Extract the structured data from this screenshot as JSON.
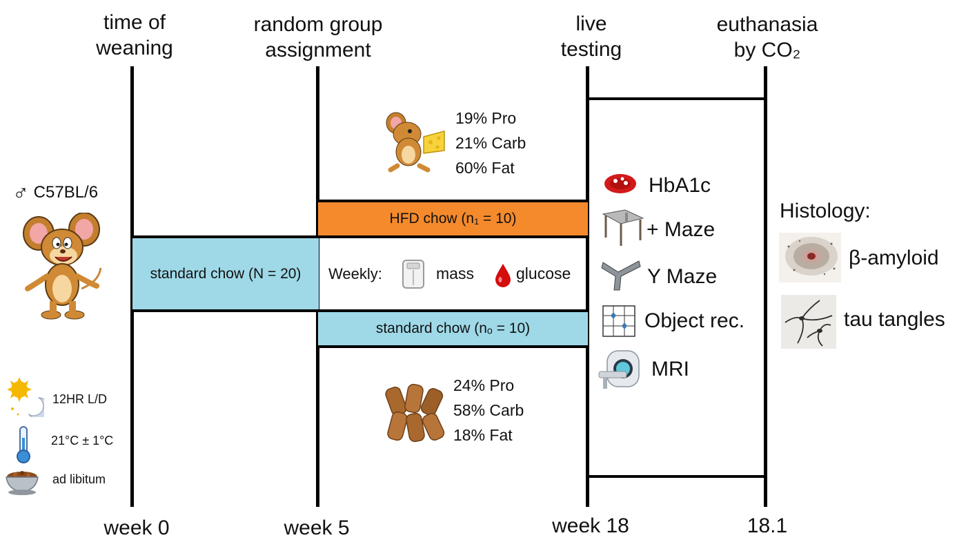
{
  "milestones": {
    "weaning": [
      "time of",
      "weaning"
    ],
    "randomization": [
      "random group",
      "assignment"
    ],
    "live_testing": [
      "live",
      "testing"
    ],
    "euthanasia": [
      "euthanasia",
      "by CO₂"
    ]
  },
  "timeline": {
    "week0": "week 0",
    "week5": "week 5",
    "week18": "week 18",
    "end": "18.1"
  },
  "subject": {
    "sex_symbol": "♂",
    "strain": "C57BL/6"
  },
  "housing": [
    {
      "icon": "sun-moon-icon",
      "label": "12HR L/D"
    },
    {
      "icon": "thermometer-icon",
      "label": "21°C ± 1°C"
    },
    {
      "icon": "food-bowl-icon",
      "label": "ad libitum"
    }
  ],
  "groups": {
    "initial": "standard chow (N = 20)",
    "hfd": "HFD chow (n₁ = 10)",
    "standard": "standard chow (nₒ = 10)"
  },
  "hfd_diet": [
    "19% Pro",
    "21% Carb",
    "60% Fat"
  ],
  "std_diet": [
    "24% Pro",
    "58% Carb",
    "18% Fat"
  ],
  "weekly": {
    "label": "Weekly:",
    "mass": "mass",
    "glucose": "glucose"
  },
  "tests": [
    "HbA1c",
    "+ Maze",
    "Y Maze",
    "Object rec.",
    "MRI"
  ],
  "histology": {
    "title": "Histology:",
    "items": [
      "β-amyloid",
      "tau tangles"
    ]
  },
  "colors": {
    "standard_chow": "#9fd9e8",
    "hfd_chow": "#f58a2c",
    "blood": "#d40d0d"
  }
}
